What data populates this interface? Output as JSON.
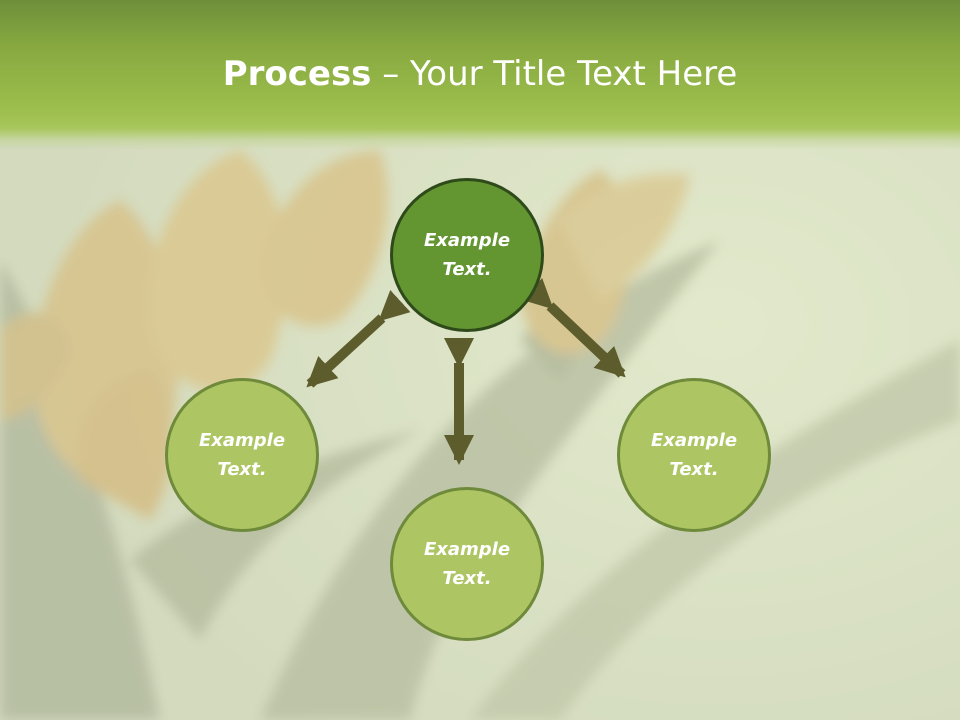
{
  "title": {
    "bold": "Process",
    "rest": " – Your Title Text Here"
  },
  "nodes": {
    "top": {
      "label": "Example\nText."
    },
    "left": {
      "label": "Example\nText."
    },
    "right": {
      "label": "Example\nText."
    },
    "bottom": {
      "label": "Example\nText."
    }
  },
  "colors": {
    "header": "#86a83f",
    "node_primary": "#639531",
    "node_secondary": "#adc663",
    "arrow": "#5d5c2c"
  }
}
